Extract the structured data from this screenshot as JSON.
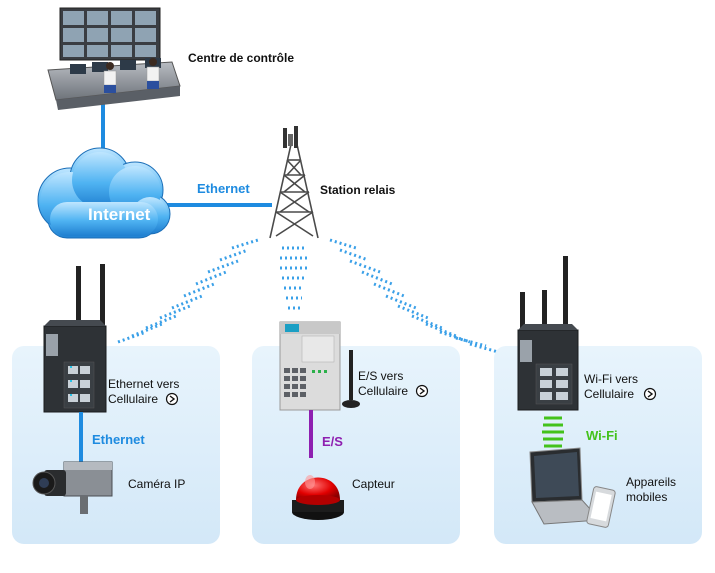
{
  "control_center": {
    "label": "Centre de contrôle"
  },
  "internet": {
    "label": "Internet"
  },
  "relay": {
    "label": "Station relais"
  },
  "links": {
    "internet_relay": "Ethernet",
    "camera": "Ethernet",
    "sensor": "E/S",
    "mobile": "Wi-Fi"
  },
  "panels": {
    "ethernet": {
      "line1": "Ethernet vers",
      "line2": "Cellulaire",
      "device": "Caméra IP"
    },
    "io": {
      "line1": "E/S vers",
      "line2": "Cellulaire",
      "device": "Capteur"
    },
    "wifi": {
      "line1": "Wi-Fi vers",
      "line2": "Cellulaire",
      "device_line1": "Appareils",
      "device_line2": "mobiles"
    }
  },
  "colors": {
    "ethernet": "#1e8be0",
    "io": "#8e1fb0",
    "wifi": "#43c21b",
    "panel_bg": "#ddeefa",
    "signal": "#3aa0e8"
  }
}
